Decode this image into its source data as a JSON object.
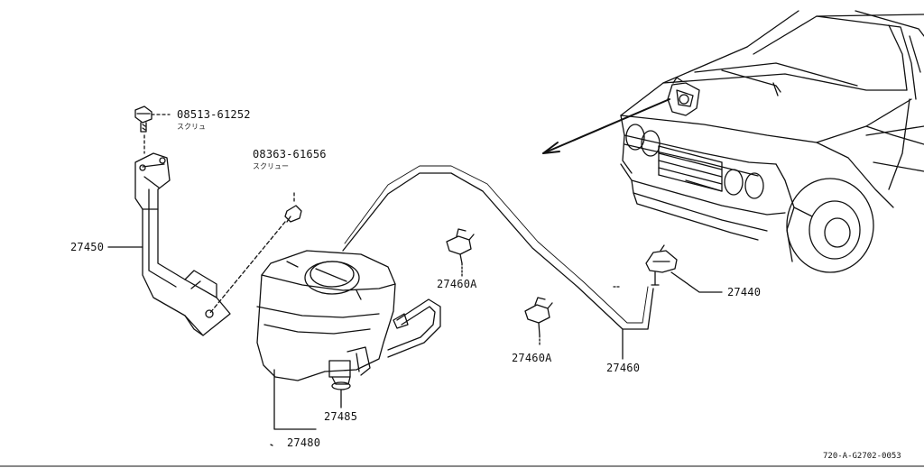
{
  "labels": {
    "screw_top_part": "08513-61252",
    "screw_top_name": "スクリュ",
    "screw_mid_part": "08363-61656",
    "screw_mid_name": "スクリュー",
    "bracket": "27450",
    "nozzle": "27440",
    "check_valve_upper": "27460A",
    "check_valve_lower": "27460A",
    "hose": "27460",
    "pump": "27485",
    "tank": "27480"
  },
  "reference_code": "720-A-G2702-0053"
}
